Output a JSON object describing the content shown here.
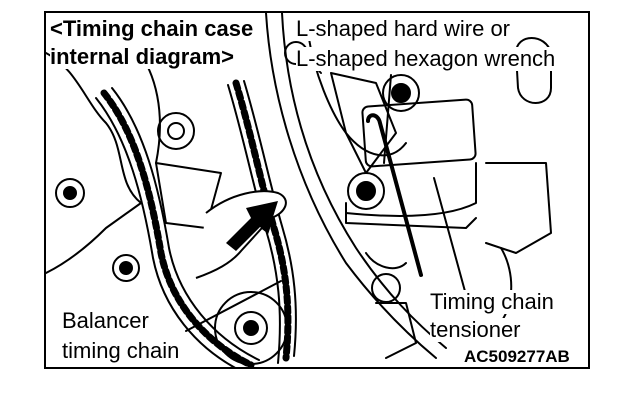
{
  "heading": {
    "line1": "<Timing chain case",
    "line2": "internal diagram>"
  },
  "callouts": {
    "wire_line1": "L-shaped hard wire or",
    "wire_line2": "L-shaped hexagon wrench",
    "tensioner_line1": "Timing chain",
    "tensioner_line2": "tensioner",
    "balancer_line1": "Balancer",
    "balancer_line2": "timing chain"
  },
  "figure_code": "AC509277AB",
  "colors": {
    "ink": "#000000",
    "paper": "#ffffff"
  },
  "icons": [
    "push-arrow-icon"
  ]
}
